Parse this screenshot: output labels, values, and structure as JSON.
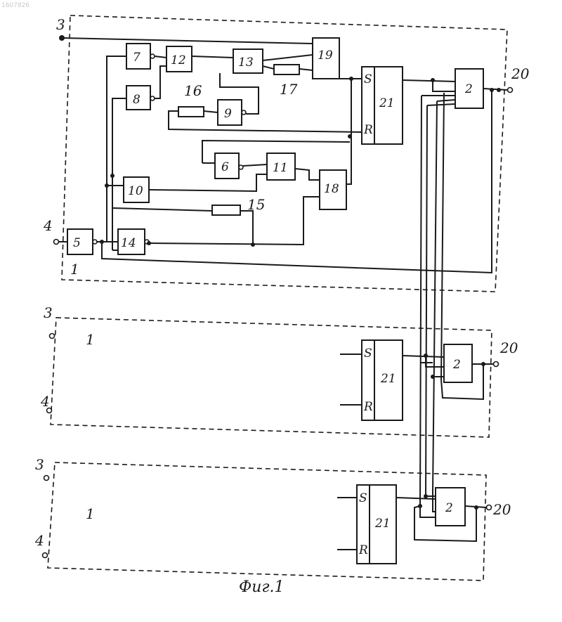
{
  "watermark": "1607826",
  "caption": "Фиг.1",
  "module_label": "1",
  "terminals": {
    "in3": "3",
    "in4": "4",
    "out20": "20"
  },
  "blocks": {
    "b2": "2",
    "b5": "5",
    "b6": "6",
    "b7": "7",
    "b8": "8",
    "b9": "9",
    "b10": "10",
    "b11": "11",
    "b12": "12",
    "b13": "13",
    "b14": "14",
    "b18": "18",
    "b19": "19",
    "b21": "21"
  },
  "resistors": {
    "r15": "15",
    "r16": "16",
    "r17": "17"
  },
  "trigger_pins": {
    "s": "S",
    "r": "R"
  },
  "colors": {
    "ink": "#1a1a1a",
    "paper": "#ffffff"
  }
}
